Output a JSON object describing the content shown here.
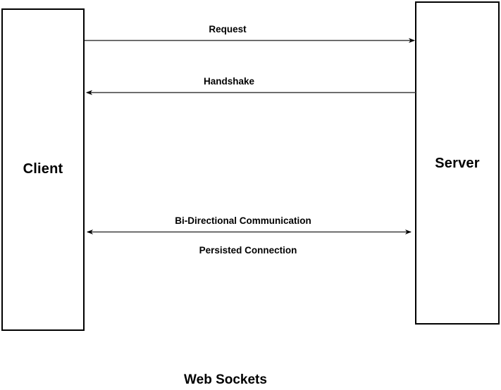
{
  "diagram": {
    "title": "Web Sockets",
    "nodes": {
      "client": {
        "label": "Client"
      },
      "server": {
        "label": "Server"
      }
    },
    "arrows": {
      "request": {
        "label": "Request",
        "from": "Client",
        "to": "Server",
        "direction": "right"
      },
      "handshake": {
        "label": "Handshake",
        "from": "Server",
        "to": "Client",
        "direction": "left"
      },
      "bidirectional": {
        "label": "Bi-Directional Communication",
        "sublabel": "Persisted Connection",
        "from": "Client",
        "to": "Server",
        "direction": "both"
      }
    },
    "colors": {
      "background": "#ffffff",
      "box_border": "#000000",
      "line": "#3d3d3d",
      "arrowhead": "#000000",
      "text": "#000000"
    }
  }
}
